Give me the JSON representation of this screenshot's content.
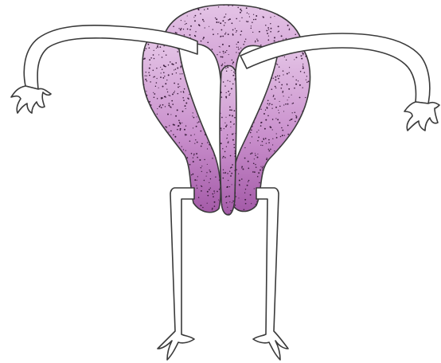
{
  "figure": {
    "labels": [],
    "colors": {
      "background": "#ffffff",
      "outline": "#3a3a3a",
      "tissue_light": "#e4c4e6",
      "tissue_mid": "#c98fcc",
      "tissue_dark": "#a45ba8",
      "stipple": "#3b1d3d",
      "tube_fill": "#ffffff"
    },
    "parts": [
      {
        "id": "uterine-fundus",
        "shading": "stippled"
      },
      {
        "id": "left-uterine-wall",
        "shading": "stippled"
      },
      {
        "id": "right-uterine-wall",
        "shading": "stippled"
      },
      {
        "id": "cervical-canal-lining",
        "shading": "stippled"
      },
      {
        "id": "left-fallopian-tube",
        "shading": "outline-only"
      },
      {
        "id": "right-fallopian-tube",
        "shading": "outline-only"
      },
      {
        "id": "left-fimbriae",
        "shading": "outline-only"
      },
      {
        "id": "right-fimbriae",
        "shading": "outline-only"
      },
      {
        "id": "left-lower-limb",
        "shading": "outline-only"
      },
      {
        "id": "right-lower-limb",
        "shading": "outline-only"
      }
    ]
  }
}
